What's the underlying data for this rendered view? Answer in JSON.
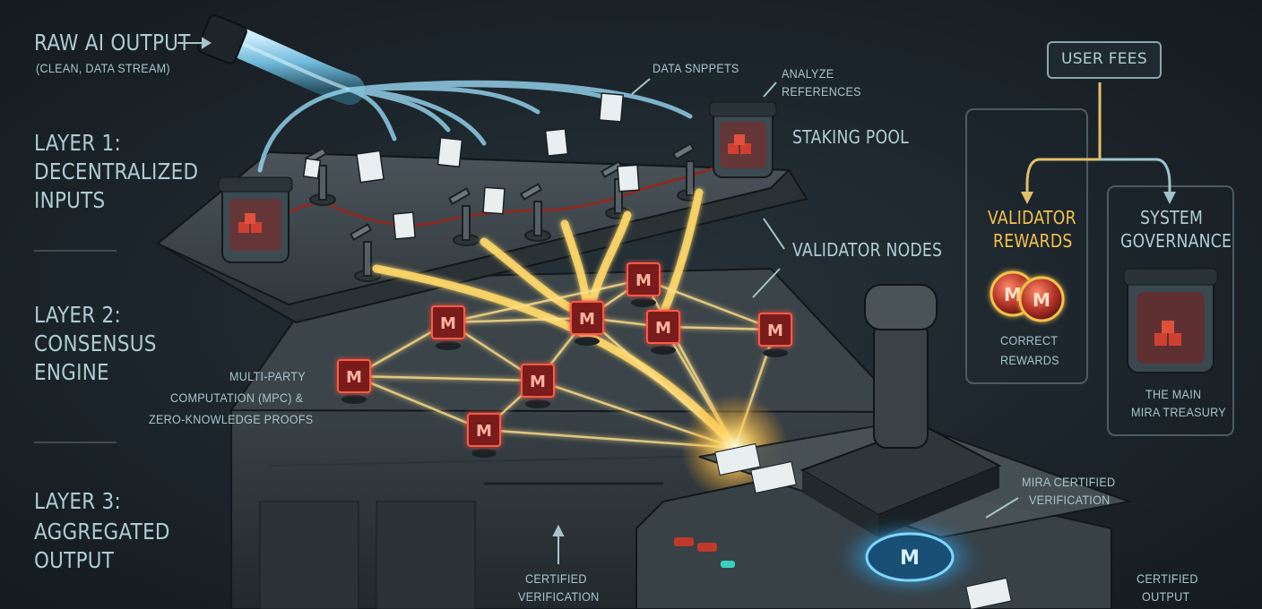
{
  "source": {
    "title": "RAW AI OUTPUT",
    "subtitle": "(CLEAN, DATA STREAM)"
  },
  "layers": [
    {
      "line1": "LAYER 1:",
      "line2": "DECENTRALIZED",
      "line3": "INPUTS"
    },
    {
      "line1": "LAYER 2:",
      "line2": "CONSENSUS",
      "line3": "ENGINE"
    },
    {
      "line1": "LAYER 3:",
      "line2": "AGGREGATED",
      "line3": "OUTPUT"
    }
  ],
  "callouts": {
    "data_snippets": "DATA SNPPETS",
    "analyze_references_1": "ANALYZE",
    "analyze_references_2": "REFERENCES",
    "staking_pool": "STAKING POOL",
    "validator_nodes": "VALIDATOR NODES",
    "mpc_1": "MULTI-PARTY",
    "mpc_2": "COMPUTATION (MPC) &",
    "mpc_3": "ZERO-KNOWLEDGE PROOFS",
    "mira_certified_1": "MIRA CERTIFIED",
    "mira_certified_2": "VERIFICATION",
    "certified_verification_1": "CERTIFIED",
    "certified_verification_2": "VERIFICATION",
    "certified_output_1": "CERTIFIED",
    "certified_output_2": "OUTPUT"
  },
  "economics": {
    "user_fees": "USER FEES",
    "validator_rewards_1": "VALIDATOR",
    "validator_rewards_2": "REWARDS",
    "correct_rewards_1": "CORRECT",
    "correct_rewards_2": "REWARDS",
    "system_governance_1": "SYSTEM",
    "system_governance_2": "GOVERNANCE",
    "treasury_1": "THE MAIN",
    "treasury_2": "MIRA TREASURY"
  },
  "token_letter": "M",
  "colors": {
    "background": "#1b2429",
    "label": "#b1cdd6",
    "gold": "#f2c24b",
    "beam": "#ffd86a",
    "stream": "#9fe3ff",
    "stamp_glow": "#39b8ff",
    "node_red": "#c0392b"
  }
}
